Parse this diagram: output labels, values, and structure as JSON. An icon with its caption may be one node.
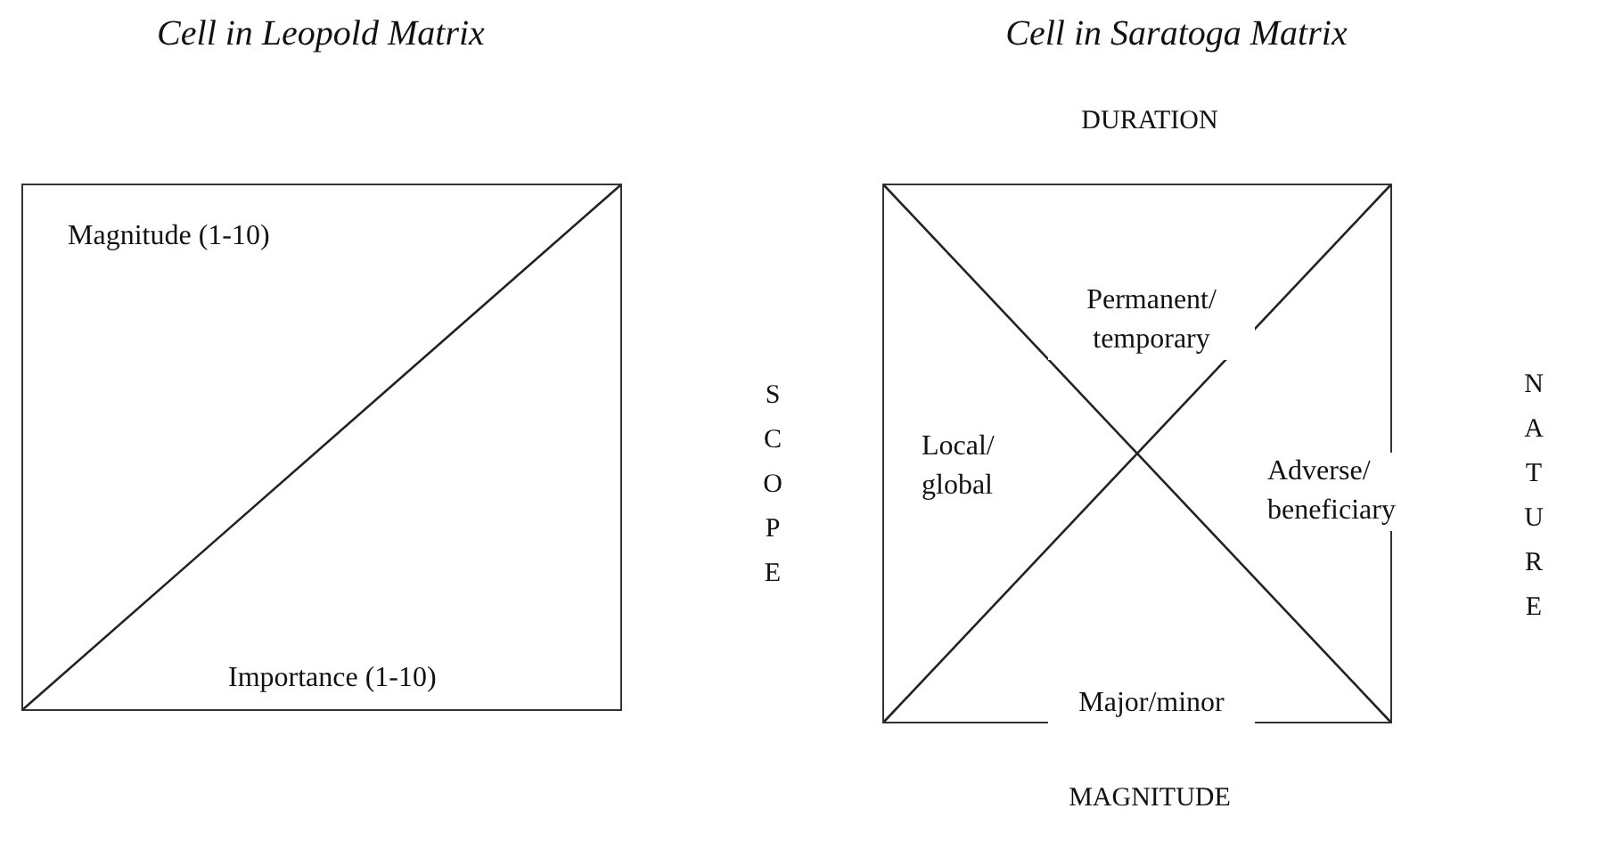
{
  "diagram": {
    "nodes": [
      {
        "text": [
          "Magnitude (1-10)",
          "Importance (1-10)"
        ]
      },
      {
        "text": [
          "Permanent/ temporary",
          "Local/ global",
          "Adverse/ beneficiary",
          "Major/minor"
        ]
      }
    ],
    "edges": [],
    "labels": [
      "Cell in Leopold Matrix",
      "Cell in Saratoga Matrix",
      "DURATION",
      "SCOPE",
      "NATURE",
      "MAGNITUDE"
    ]
  }
}
